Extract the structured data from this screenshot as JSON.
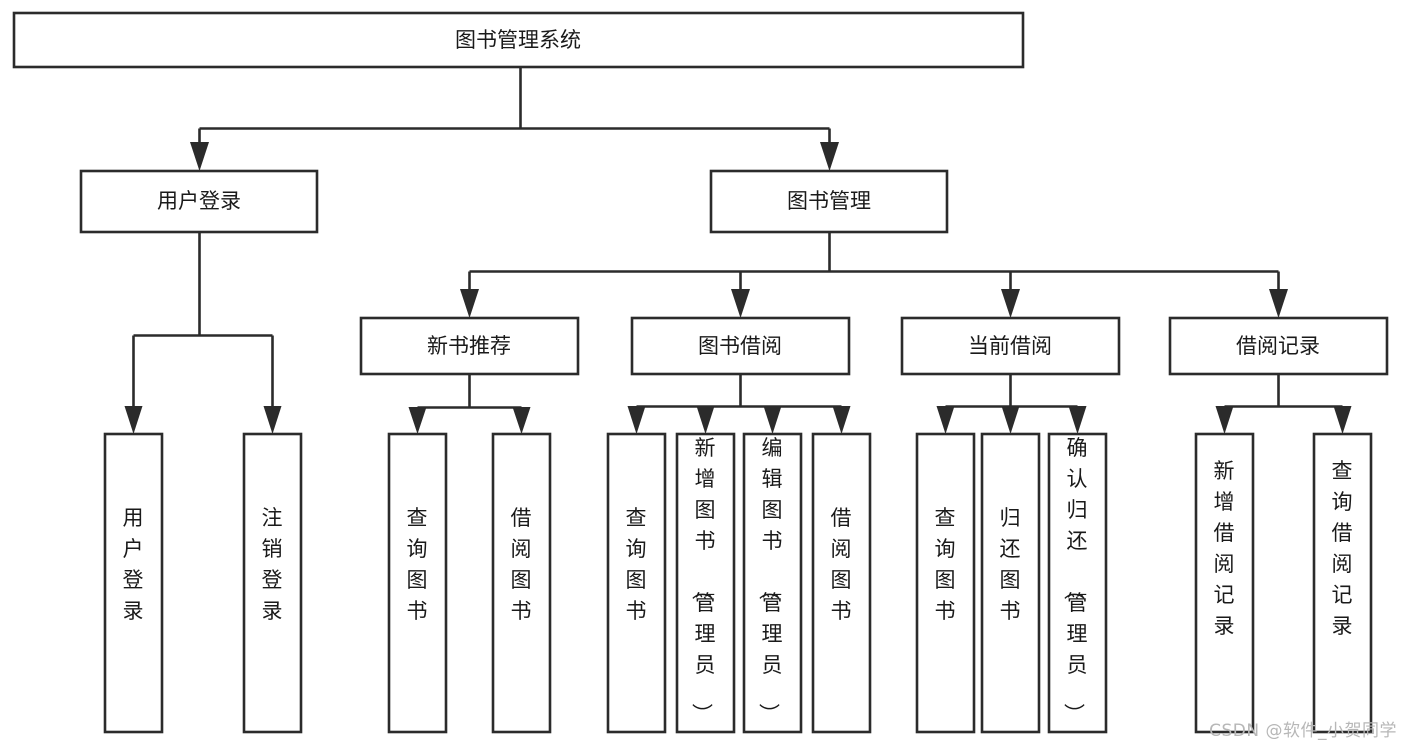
{
  "diagram": {
    "type": "tree-hierarchy",
    "root": {
      "id": "root",
      "label": "图书管理系统"
    },
    "level1": [
      {
        "id": "user-login",
        "label": "用户登录"
      },
      {
        "id": "book-management",
        "label": "图书管理"
      }
    ],
    "level2": [
      {
        "id": "new-book-recommend",
        "label": "新书推荐",
        "parent": "book-management"
      },
      {
        "id": "book-borrow",
        "label": "图书借阅",
        "parent": "book-management"
      },
      {
        "id": "current-borrow",
        "label": "当前借阅",
        "parent": "book-management"
      },
      {
        "id": "borrow-record",
        "label": "借阅记录",
        "parent": "book-management"
      }
    ],
    "leaves": {
      "user-login": [
        {
          "id": "leaf-user-login",
          "label": "用户登录"
        },
        {
          "id": "leaf-logout",
          "label": "注销登录"
        }
      ],
      "new-book-recommend": [
        {
          "id": "leaf-query-book-1",
          "label": "查询图书"
        },
        {
          "id": "leaf-borrow-book-1",
          "label": "借阅图书"
        }
      ],
      "book-borrow": [
        {
          "id": "leaf-query-book-2",
          "label": "查询图书"
        },
        {
          "id": "leaf-add-book",
          "label": "新增图书（管理员）"
        },
        {
          "id": "leaf-edit-book",
          "label": "编辑图书（管理员）"
        },
        {
          "id": "leaf-borrow-book-2",
          "label": "借阅图书"
        }
      ],
      "current-borrow": [
        {
          "id": "leaf-query-book-3",
          "label": "查询图书"
        },
        {
          "id": "leaf-return-book",
          "label": "归还图书"
        },
        {
          "id": "leaf-confirm-return",
          "label": "确认归还（管理员）"
        }
      ],
      "borrow-record": [
        {
          "id": "leaf-add-record",
          "label": "新增借阅记录"
        },
        {
          "id": "leaf-query-record",
          "label": "查询借阅记录"
        }
      ]
    },
    "colors": {
      "box_stroke": "#2b2b2b",
      "box_fill": "#ffffff",
      "text": "#1a1a1a",
      "connector": "#2b2b2b",
      "background": "#ffffff",
      "watermark": "#b7b7b7"
    }
  },
  "watermark": {
    "text": "CSDN @软件_小贺同学"
  }
}
